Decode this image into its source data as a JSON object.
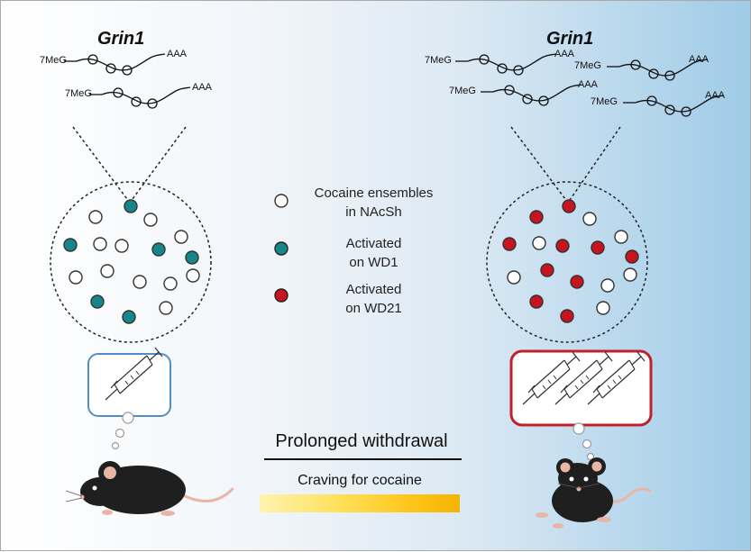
{
  "left": {
    "gene": "Grin1",
    "mrna_cap": "7MeG",
    "mrna_tail": "AAA"
  },
  "right": {
    "gene": "Grin1",
    "mrna_cap": "7MeG",
    "mrna_tail": "AAA"
  },
  "legend": {
    "items": [
      {
        "line1": "Cocaine ensembles",
        "line2": "in NAcSh",
        "color": "#ffffff"
      },
      {
        "line1": "Activated",
        "line2": "on WD1",
        "color": "#17868a"
      },
      {
        "line1": "Activated",
        "line2": "on WD21",
        "color": "#c8141e"
      }
    ]
  },
  "withdrawal_label": "Prolonged withdrawal",
  "craving_label": "Craving for cocaine",
  "colors": {
    "wd1": "#17868a",
    "wd21": "#c8141e",
    "box_left": "#4f8fc6",
    "box_right": "#c0202c"
  },
  "icons": [
    "syringe-icon",
    "mouse-icon",
    "mrna-icon",
    "thought-bubble-icon"
  ]
}
